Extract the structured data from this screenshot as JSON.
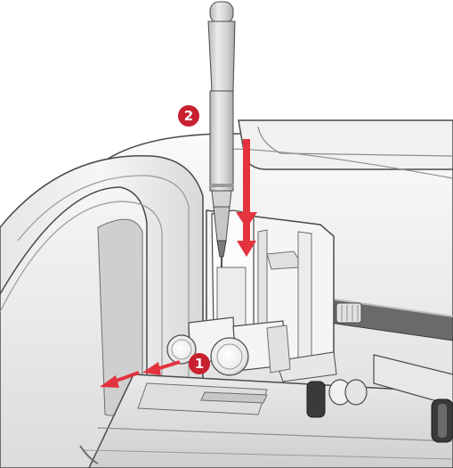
{
  "illustration": {
    "subject": "cutting-machine-pen-holder",
    "steps": [
      {
        "number": "1",
        "action": "open-holder-clamps"
      },
      {
        "number": "2",
        "action": "insert-pen"
      }
    ],
    "icons": [
      "pen-icon",
      "arrow-down-icon",
      "arrow-left-icon",
      "step-badge-icon"
    ],
    "colors": {
      "accent": "#c8202f",
      "arrow": "#e3333e",
      "body_light": "#f3f3f3",
      "body_mid": "#d6d6d6",
      "body_dark": "#8d8d8d",
      "outline": "#4a4a4a",
      "roller": "#3a3a3a"
    }
  }
}
